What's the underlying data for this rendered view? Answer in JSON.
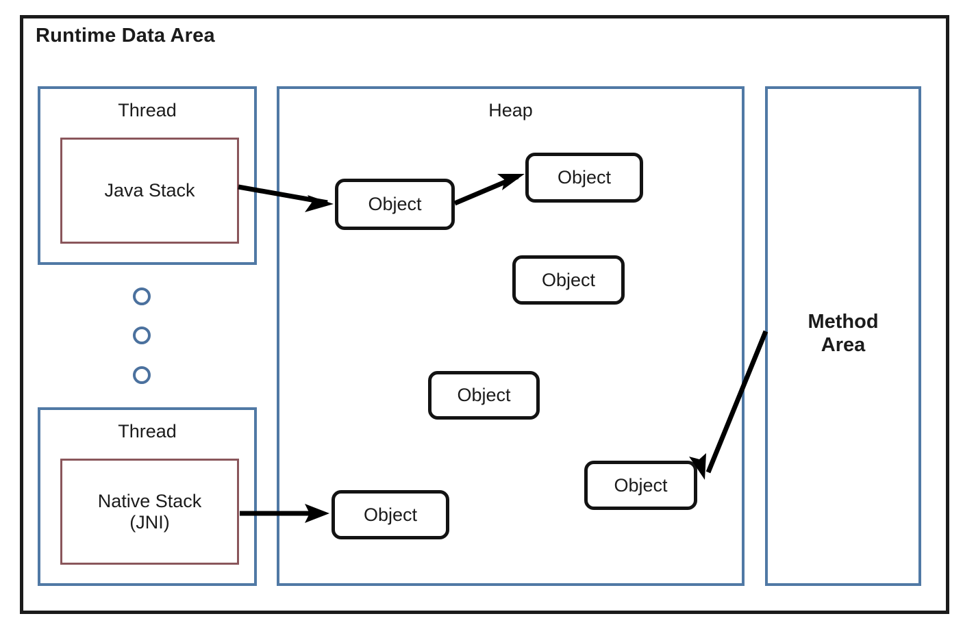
{
  "diagram": {
    "title": "Runtime Data Area",
    "colors": {
      "outer_border": "#1b1b1b",
      "region_border": "#5079a5",
      "stack_border": "#8a565b",
      "object_border": "#131313",
      "arrow": "#000000",
      "background": "#ffffff"
    },
    "regions": [
      {
        "name": "thread-top",
        "label": "Thread"
      },
      {
        "name": "thread-bottom",
        "label": "Thread"
      },
      {
        "name": "heap",
        "label": "Heap"
      },
      {
        "name": "method-area",
        "label": "Method\nArea"
      }
    ],
    "stacks": [
      {
        "name": "java-stack",
        "label": "Java Stack"
      },
      {
        "name": "native-stack",
        "label": "Native Stack\n(JNI)"
      }
    ],
    "objects": [
      {
        "id": "obj-1",
        "label": "Object"
      },
      {
        "id": "obj-2",
        "label": "Object"
      },
      {
        "id": "obj-3",
        "label": "Object"
      },
      {
        "id": "obj-4",
        "label": "Object"
      },
      {
        "id": "obj-5",
        "label": "Object"
      },
      {
        "id": "obj-6",
        "label": "Object"
      }
    ],
    "ellipsis": {
      "name": "thread-ellipsis",
      "count": 3
    },
    "arrows": [
      {
        "name": "java-stack-to-object",
        "from": "java-stack",
        "to": "obj-1"
      },
      {
        "name": "object-to-object",
        "from": "obj-1",
        "to": "obj-2"
      },
      {
        "name": "native-stack-to-object",
        "from": "native-stack",
        "to": "obj-6"
      },
      {
        "name": "method-area-to-object",
        "from": "method-area",
        "to": "obj-5"
      }
    ]
  }
}
